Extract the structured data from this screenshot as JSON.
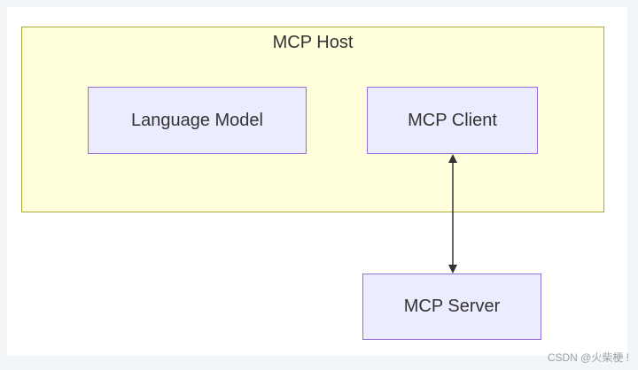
{
  "diagram": {
    "host": {
      "label": "MCP Host"
    },
    "nodes": {
      "language_model": "Language Model",
      "mcp_client": "MCP Client",
      "mcp_server": "MCP Server"
    },
    "edges": [
      {
        "from": "MCP Client",
        "to": "MCP Server",
        "direction": "bidirectional"
      }
    ]
  },
  "watermark": "CSDN @火柴梗 !",
  "colors": {
    "host_fill": "#ffffde",
    "host_border": "#aaaa33",
    "node_fill": "#ececff",
    "node_border": "#9370db",
    "edge": "#333333",
    "text": "#333333"
  }
}
